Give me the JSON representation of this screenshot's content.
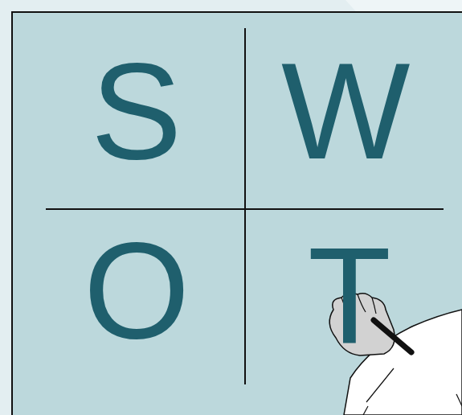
{
  "diagram": {
    "labels": [
      "S",
      "W",
      "O",
      "T"
    ]
  }
}
